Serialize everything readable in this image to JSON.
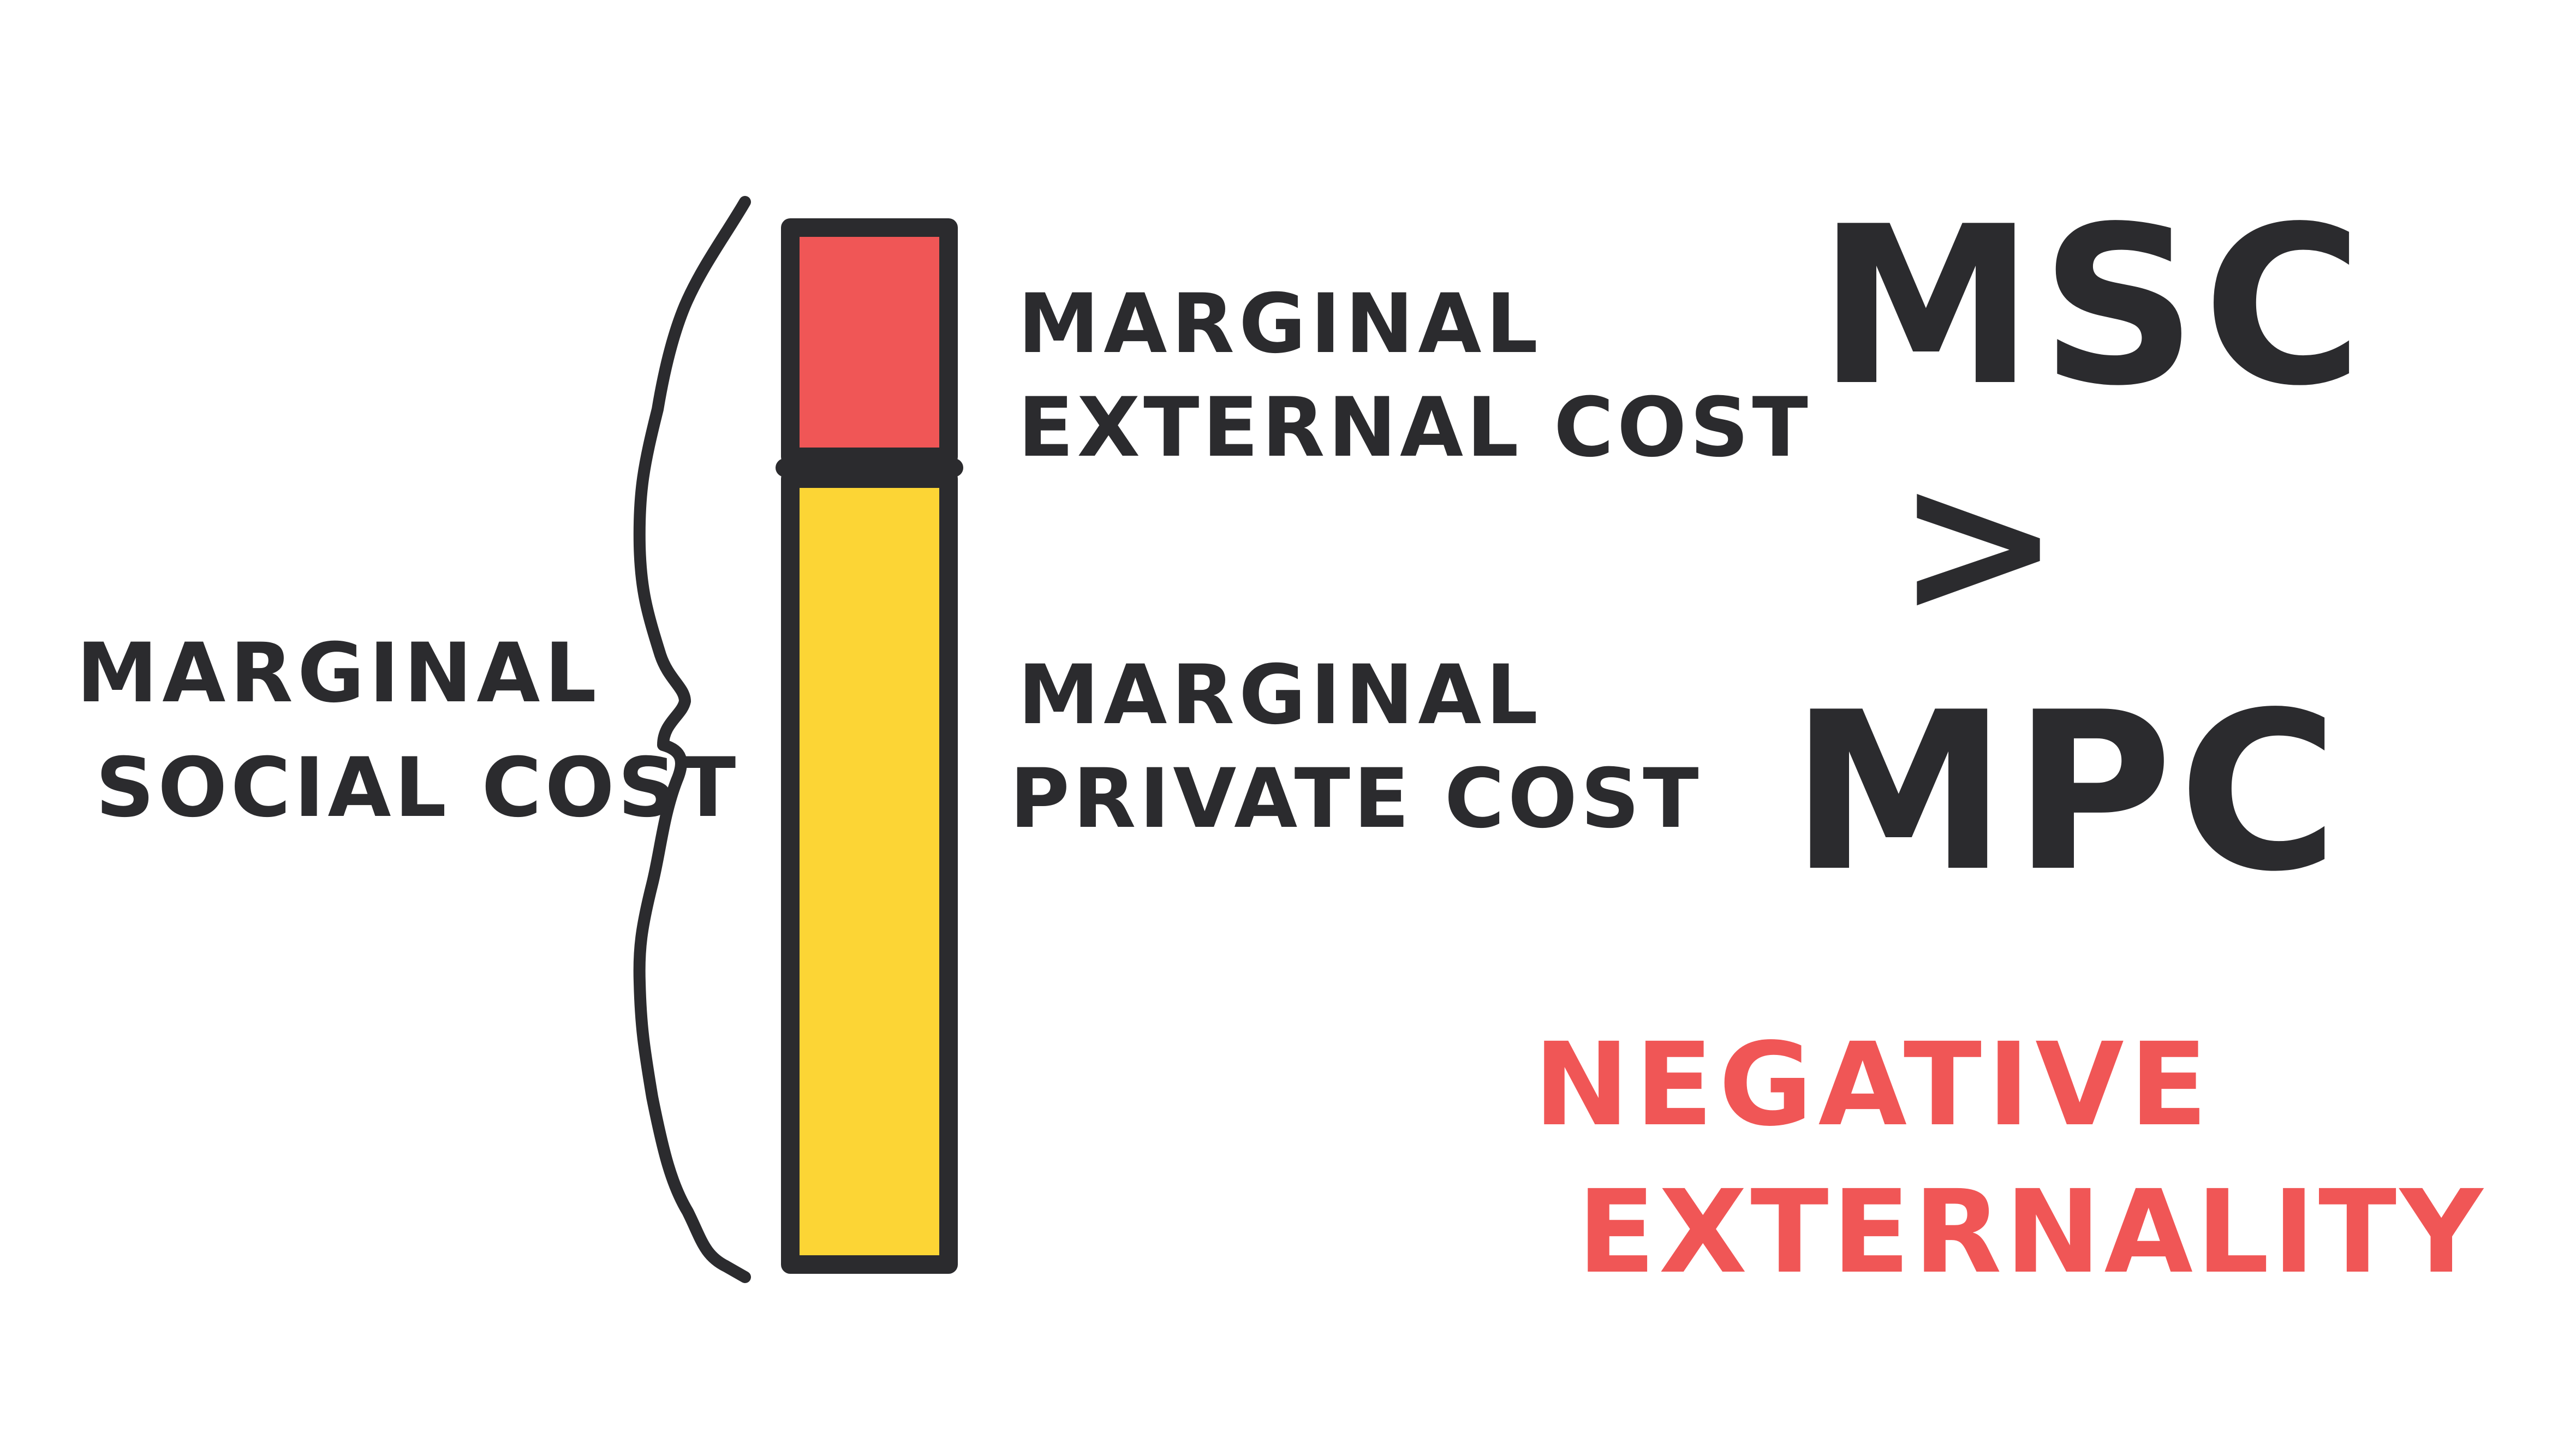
{
  "labels": {
    "social_cost_line1": "MARGINAL",
    "social_cost_line2": "SOCIAL COST",
    "external_cost_line1": "MARGINAL",
    "external_cost_line2": "EXTERNAL COST",
    "private_cost_line1": "MARGINAL",
    "private_cost_line2": "PRIVATE COST"
  },
  "inequality": {
    "top": "MSC",
    "symbol": ">",
    "bottom": "MPC"
  },
  "conclusion": {
    "line1": "NEGATIVE",
    "line2": "EXTERNALITY"
  },
  "colors": {
    "ink": "#2b2b2e",
    "external_block": "#f05656",
    "private_block": "#fcd535",
    "conclusion_text": "#f05656",
    "background": "#ffffff"
  }
}
